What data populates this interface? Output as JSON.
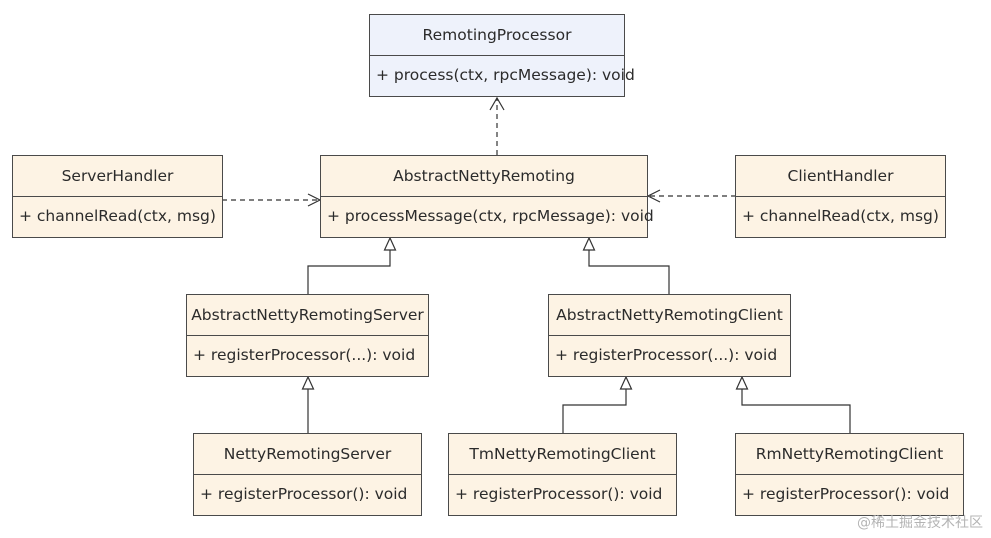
{
  "classes": {
    "remoting_processor": {
      "name": "RemotingProcessor",
      "op": "+ process(ctx, rpcMessage): void"
    },
    "server_handler": {
      "name": "ServerHandler",
      "op": "+ channelRead(ctx, msg)"
    },
    "abstract_netty_remoting": {
      "name": "AbstractNettyRemoting",
      "op": "+ processMessage(ctx, rpcMessage): void"
    },
    "client_handler": {
      "name": "ClientHandler",
      "op": "+ channelRead(ctx, msg)"
    },
    "abstract_netty_remoting_server": {
      "name": "AbstractNettyRemotingServer",
      "op": "+ registerProcessor(...): void"
    },
    "abstract_netty_remoting_client": {
      "name": "AbstractNettyRemotingClient",
      "op": "+ registerProcessor(...): void"
    },
    "netty_remoting_server": {
      "name": "NettyRemotingServer",
      "op": "+ registerProcessor(): void"
    },
    "tm_netty_remoting_client": {
      "name": "TmNettyRemotingClient",
      "op": "+ registerProcessor(): void"
    },
    "rm_netty_remoting_client": {
      "name": "RmNettyRemotingClient",
      "op": "+ registerProcessor(): void"
    }
  },
  "watermark": "@稀土掘金技术社区",
  "colors": {
    "class_fill": "#fdf3e4",
    "interface_fill": "#eef2fb",
    "border": "#4a4a4a"
  }
}
